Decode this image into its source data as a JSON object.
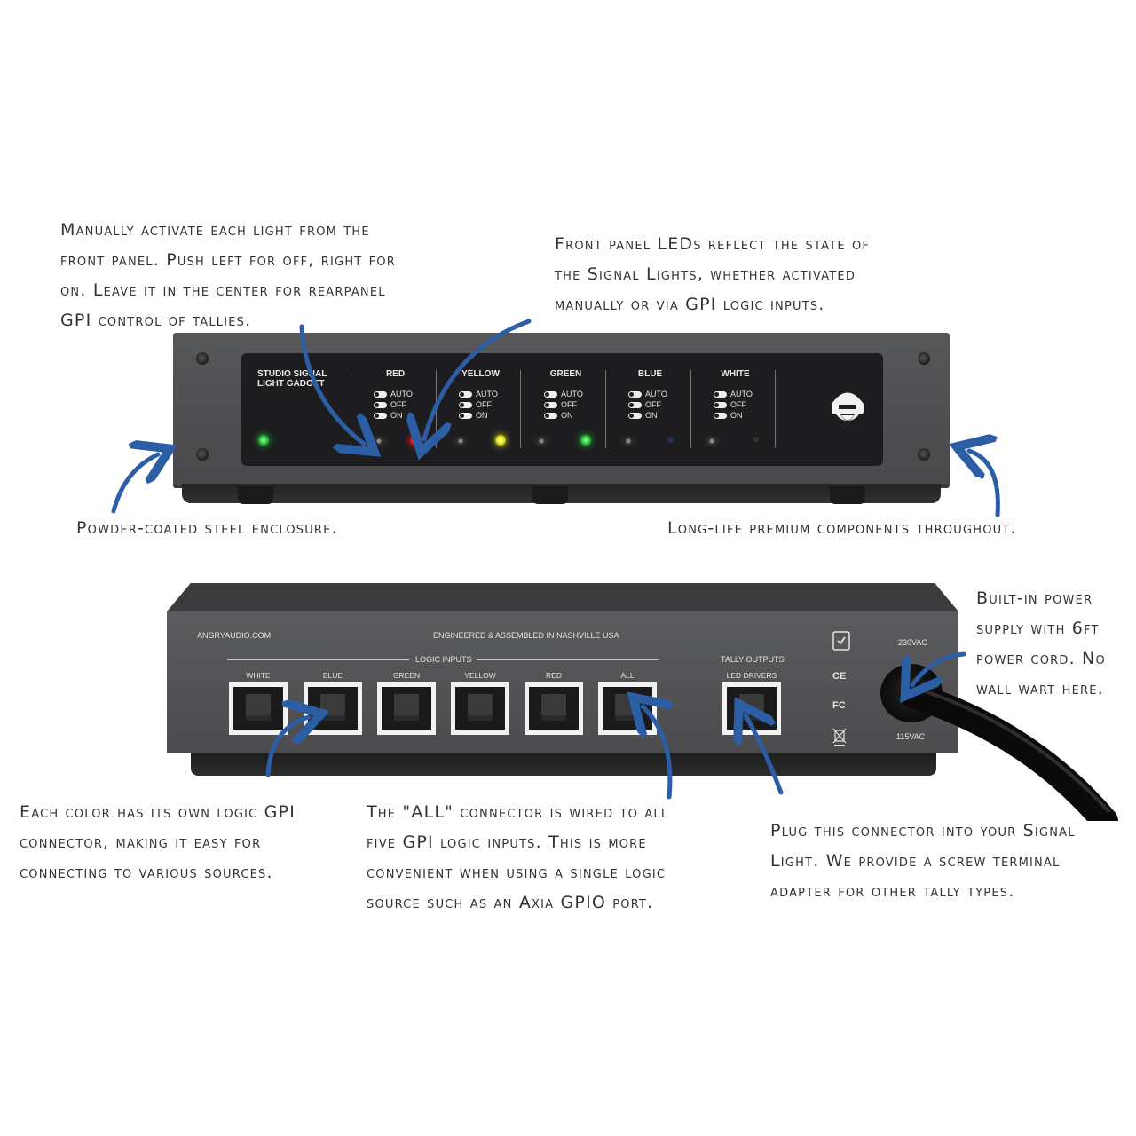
{
  "notes": {
    "front_manual": [
      "Manually activate each light from the",
      "front panel. Push left for off, right for",
      "on. Leave it in the center for rearpanel",
      "GPI control of tallies."
    ],
    "front_leds": [
      "Front panel LEDs reflect the state of",
      "the Signal Lights, whether activated",
      "manually or via GPI logic inputs."
    ],
    "enclosure": "Powder-coated steel enclosure.",
    "components": "Long-life premium components throughout.",
    "power": [
      "Built-in power",
      "supply with 6ft",
      "power cord. No",
      "wall wart here."
    ],
    "each_color": [
      "Each color has its own logic GPI",
      "connector, making it easy for",
      "connecting to various sources."
    ],
    "all_connector": [
      "The \"ALL\" connector is wired to all",
      "five GPI logic inputs. This is more",
      "convenient when using a single logic",
      "source such as an Axia GPIO port."
    ],
    "plug": [
      "Plug this connector into your Signal",
      "Light. We provide a screw terminal",
      "adapter for other tally types."
    ]
  },
  "front_panel": {
    "title_line1": "STUDIO SIGNAL",
    "title_line2": "LIGHT GADGET",
    "modes": [
      "AUTO",
      "OFF",
      "ON"
    ],
    "channels": [
      {
        "name": "RED",
        "led": "#ff2020"
      },
      {
        "name": "YELLOW",
        "led": "#e8e820"
      },
      {
        "name": "GREEN",
        "led": "#2ecc40"
      },
      {
        "name": "BLUE",
        "led": "#223355"
      },
      {
        "name": "WHITE",
        "led": "#333333"
      }
    ],
    "power_led": "#2ecc40"
  },
  "rear_panel": {
    "website": "ANGRYAUDIO.COM",
    "made_in": "ENGINEERED & ASSEMBLED IN NASHVILLE USA",
    "logic_inputs_label": "LOGIC INPUTS",
    "ports": [
      "WHITE",
      "BLUE",
      "GREEN",
      "YELLOW",
      "RED",
      "ALL"
    ],
    "tally_outputs_label": "TALLY OUTPUTS",
    "led_drivers_label": "LED DRIVERS",
    "voltage_high": "230VAC",
    "voltage_low": "115VAC",
    "cert_ce": "CE",
    "cert_fc": "FC"
  },
  "colors": {
    "arrow": "#2b5ea5",
    "chassis": "#505153",
    "panel": "#1d1d1f"
  }
}
